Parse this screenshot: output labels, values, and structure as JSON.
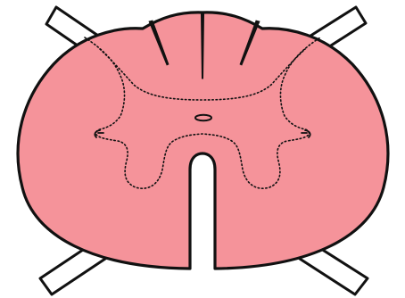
{
  "diagram": {
    "subject": "spinal-cord-cross-section",
    "colors": {
      "tissue_fill": "#f5939a",
      "outline": "#111111",
      "root_fill": "#ffffff",
      "background": "#ffffff"
    },
    "parts": [
      "dorsal-root-left",
      "dorsal-root-right",
      "ventral-root-left",
      "ventral-root-right",
      "white-matter-outline",
      "posterior-median-septum",
      "posterior-intermediate-septum-left",
      "posterior-intermediate-septum-right",
      "gray-matter-boundary",
      "central-canal",
      "anterior-median-fissure"
    ]
  }
}
